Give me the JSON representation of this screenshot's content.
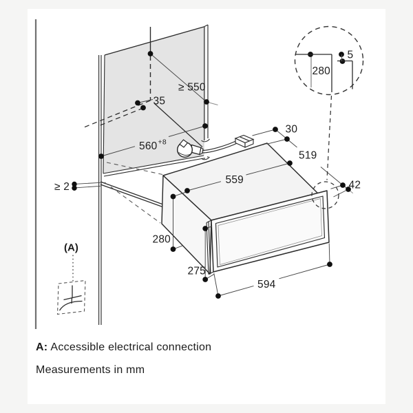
{
  "page": {
    "background": "#f5f5f4",
    "surface": "#ffffff"
  },
  "drawing": {
    "dims": {
      "counter_depth": "≥ 550",
      "socket_offset": "35",
      "niche_width": "560",
      "niche_width_tolerance": "+8",
      "side_clearance": "≥ 2",
      "rear_clearance": "30",
      "appliance_depth": "519",
      "front_protrusion": "42",
      "appliance_width": "559",
      "niche_height": "280",
      "appliance_height": "275",
      "front_panel_width": "594"
    },
    "detail_view": {
      "gap": "5",
      "height": "280"
    },
    "connection_point_label": "(A)",
    "colors": {
      "panel_shade": "#e4e4e4",
      "object_line": "#2b2b2b",
      "dimension_line": "#454545",
      "dot": "#101010"
    }
  },
  "footer": {
    "note_key": "A:",
    "note_text": "Accessible electrical connection",
    "units_note": "Measurements in mm"
  }
}
